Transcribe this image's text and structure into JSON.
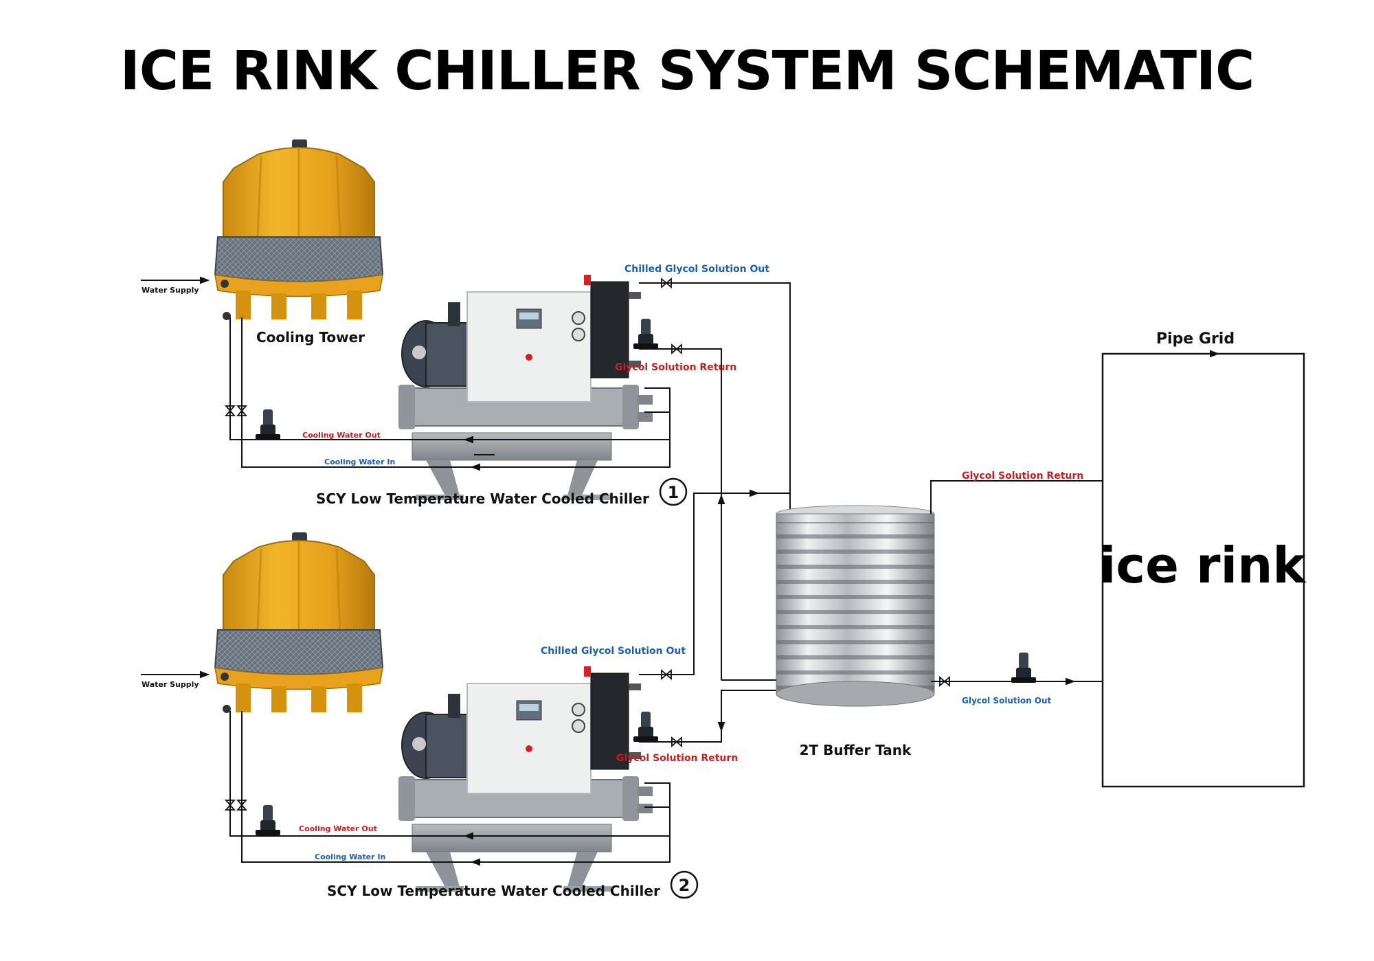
{
  "title": "ICE RINK CHILLER SYSTEM SCHEMATIC",
  "labels": {
    "water_supply_1": "Water Supply",
    "water_supply_2": "Water Supply",
    "cooling_tower": "Cooling Tower",
    "chilled_out_1": "Chilled Glycol Solution Out",
    "glycol_return_1": "Glycol Solution Return",
    "cooling_water_out_1": "Cooling Water Out",
    "cooling_water_in_1": "Cooling Water In",
    "chiller_1": "SCY Low Temperature Water Cooled Chiller",
    "chiller_1_num": "1",
    "chilled_out_2": "Chilled Glycol Solution Out",
    "glycol_return_2": "Glycol Solution Return",
    "cooling_water_out_2": "Cooling Water Out",
    "cooling_water_in_2": "Cooling Water In",
    "chiller_2": "SCY Low Temperature Water Cooled Chiller",
    "chiller_2_num": "2",
    "pipe_grid": "Pipe Grid",
    "grid_glycol_return": "Glycol Solution Return",
    "buffer_tank": "2T Buffer Tank",
    "glycol_out": "Glycol Solution Out",
    "ice_rink": "ice rink"
  },
  "colors": {
    "tower_body": "#e8a820",
    "tower_mesh": "#5d6670",
    "chiller_panel": "#eef0f0",
    "tank_steel": "#c9ccd0",
    "blue_text": "#1a5fb4",
    "red_text": "#c81e1e"
  }
}
